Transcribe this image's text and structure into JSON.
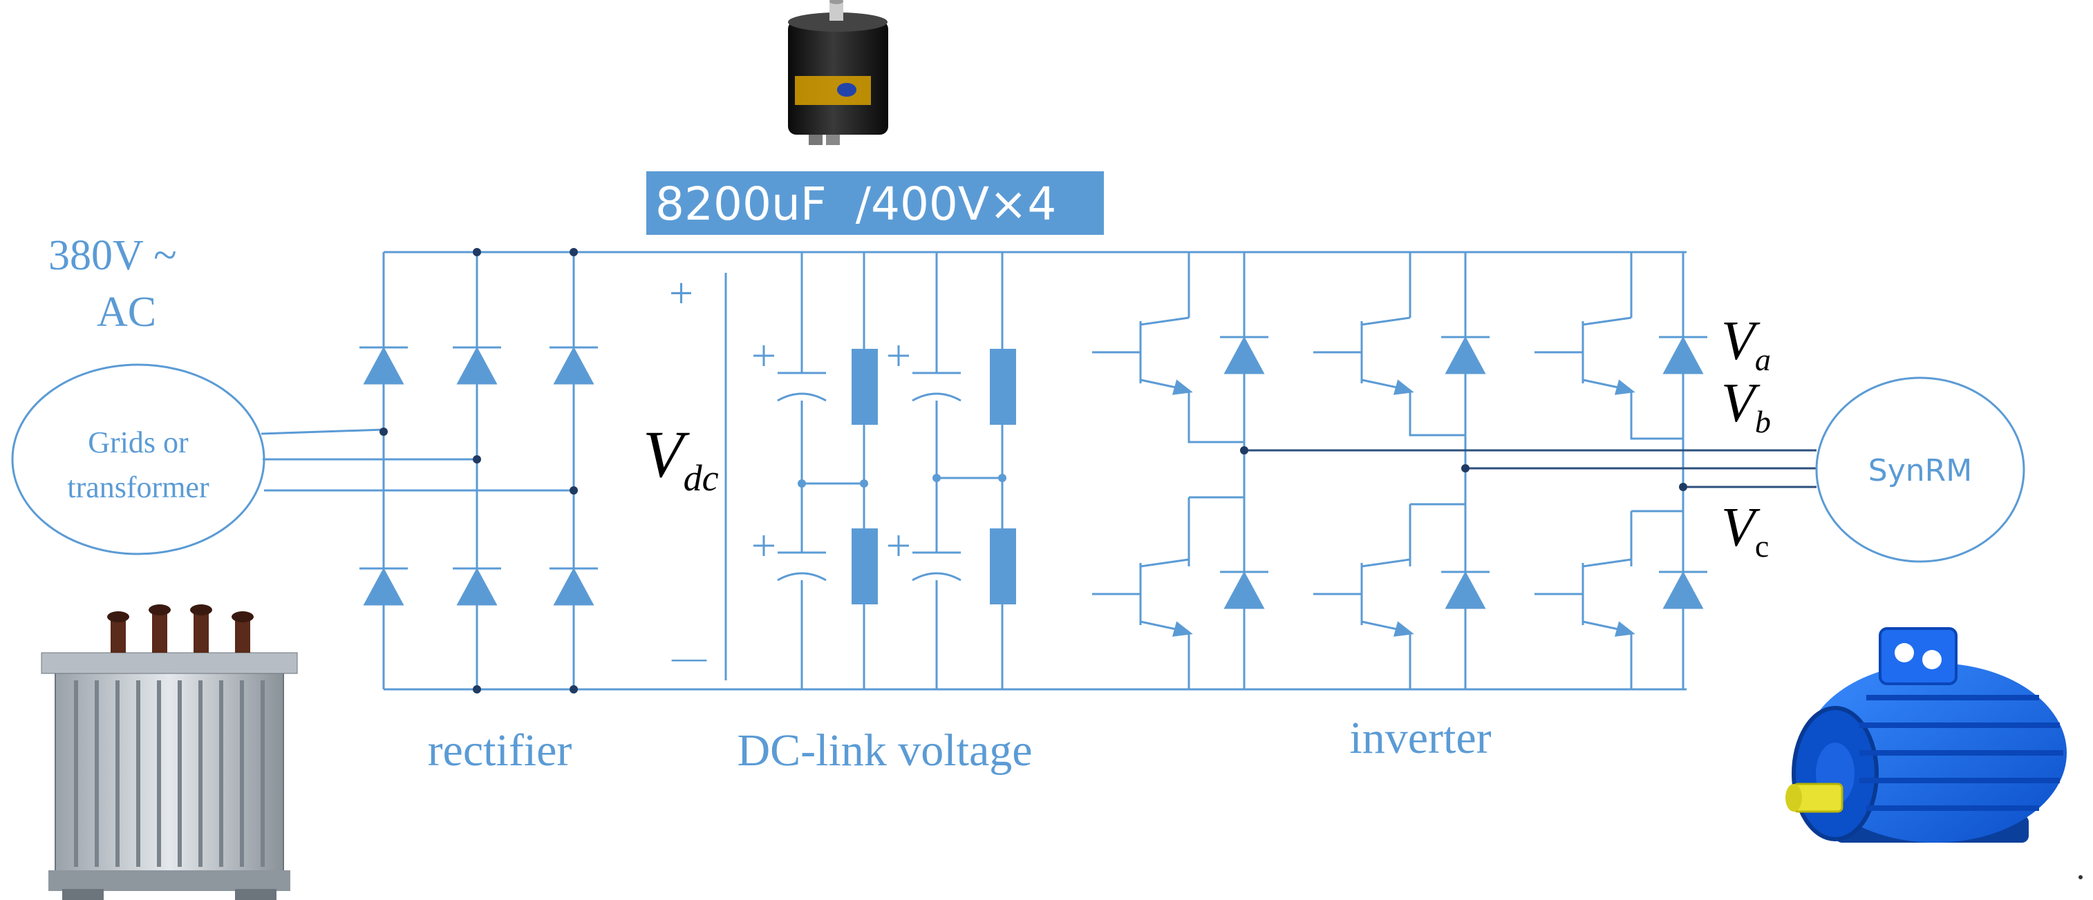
{
  "colors": {
    "circuit": "#5b9bd5",
    "wire_dark": "#2d4f7c",
    "text_dark": "#000000",
    "badge_bg": "#5b9bd5",
    "badge_text": "#ffffff"
  },
  "source": {
    "voltage_line1": "380V ~",
    "voltage_line2": "AC",
    "label_line1": "Grids or",
    "label_line2": "transformer"
  },
  "capacitor_badge": {
    "text": "8200uF  /400V×4"
  },
  "dc_link": {
    "plus": "+",
    "minus": "—",
    "vdc_main": "V",
    "vdc_sub": "dc"
  },
  "phases": {
    "a_main": "V",
    "a_sub": "a",
    "b_main": "V",
    "b_sub": "b",
    "c_main": "V",
    "c_sub": "c"
  },
  "motor": {
    "label": "SynRM"
  },
  "section_labels": {
    "rectifier": "rectifier",
    "dc_link": "DC-link voltage",
    "inverter": "inverter"
  },
  "icons": {
    "transformer": "transformer-photo-icon",
    "capacitor": "electrolytic-capacitor-photo-icon",
    "motor": "electric-motor-photo-icon"
  }
}
